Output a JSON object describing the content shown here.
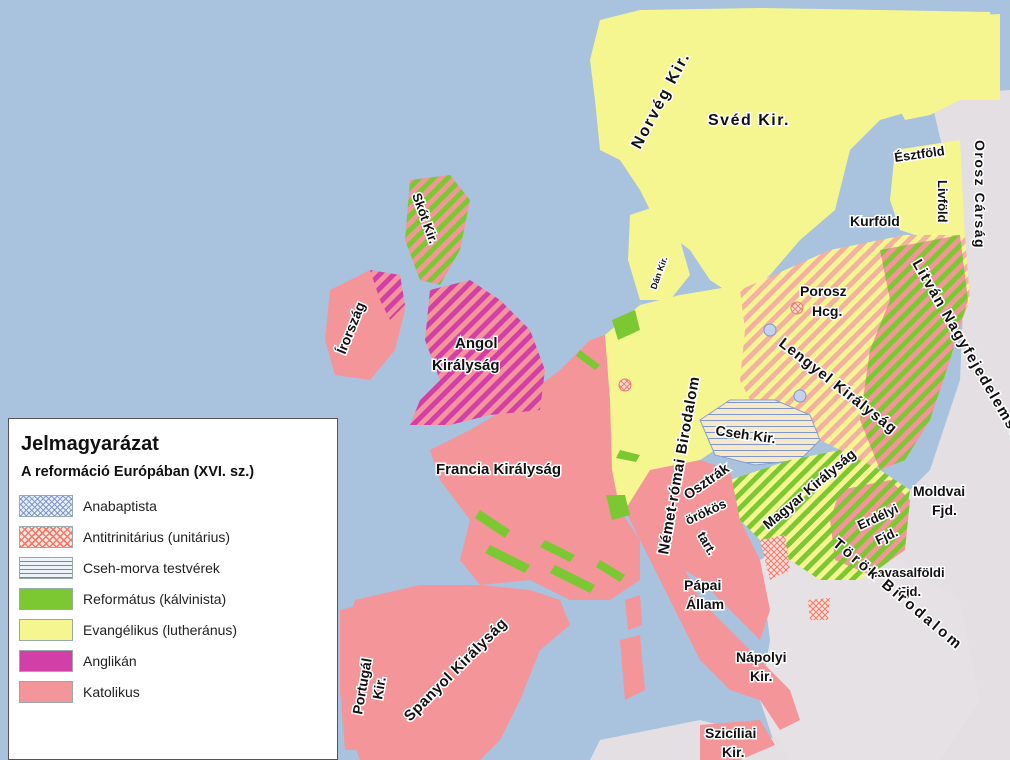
{
  "map": {
    "sea_color": "#a9c2dd",
    "labels": {
      "norveg": "Norvég Kir.",
      "sved": "Svéd Kir.",
      "esztfold": "Észtföld",
      "livfold": "Livföld",
      "kurfold": "Kurföld",
      "orosz": "Orosz Cárság",
      "dan": "Dán Kir.",
      "skot": "Skót Kir.",
      "irorszag": "Írország",
      "angol1": "Angol",
      "angol2": "Királyság",
      "porosz1": "Porosz",
      "porosz2": "Hcg.",
      "litvan": "Litván Nagyfejedelemség",
      "lengyel": "Lengyel Királyság",
      "nemetromai": "Német-római Birodalom",
      "cseh": "Cseh Kir.",
      "francia": "Francia Királyság",
      "magyar": "Magyar Királyság",
      "osztrak": "Osztrák",
      "orokos": "örökös",
      "tart": "tart.",
      "moldvai1": "Moldvai",
      "moldvai2": "Fjd.",
      "erdelyi1": "Erdélyi",
      "erdelyi2": "Fjd.",
      "havasalfoldi1": "Havasalföldi",
      "havasalfoldi2": "Fjd.",
      "torok": "Török Birodalom",
      "papai1": "Pápai",
      "papai2": "Állam",
      "napolyi1": "Nápolyi",
      "napolyi2": "Kir.",
      "sziciliai1": "Szicíliai",
      "sziciliai2": "Kir.",
      "portugal1": "Portugál",
      "portugal2": "Kir.",
      "spanyol": "Spanyol Királyság"
    }
  },
  "legend": {
    "title": "Jelmagyarázat",
    "subtitle": "A reformáció Európában (XVI. sz.)",
    "items": [
      {
        "label": "Anabaptista",
        "color": "#7f97cf"
      },
      {
        "label": "Antitrinitárius (unitárius)",
        "color": "#f07a6a"
      },
      {
        "label": "Cseh-morva testvérek",
        "color": "#6d86c8"
      },
      {
        "label": "Református (kálvinista)",
        "color": "#7cc832"
      },
      {
        "label": "Evangélikus (lutheránus)",
        "color": "#f6f691"
      },
      {
        "label": "Anglikán",
        "color": "#d23fa6"
      },
      {
        "label": "Katolikus",
        "color": "#f4959a"
      }
    ]
  }
}
